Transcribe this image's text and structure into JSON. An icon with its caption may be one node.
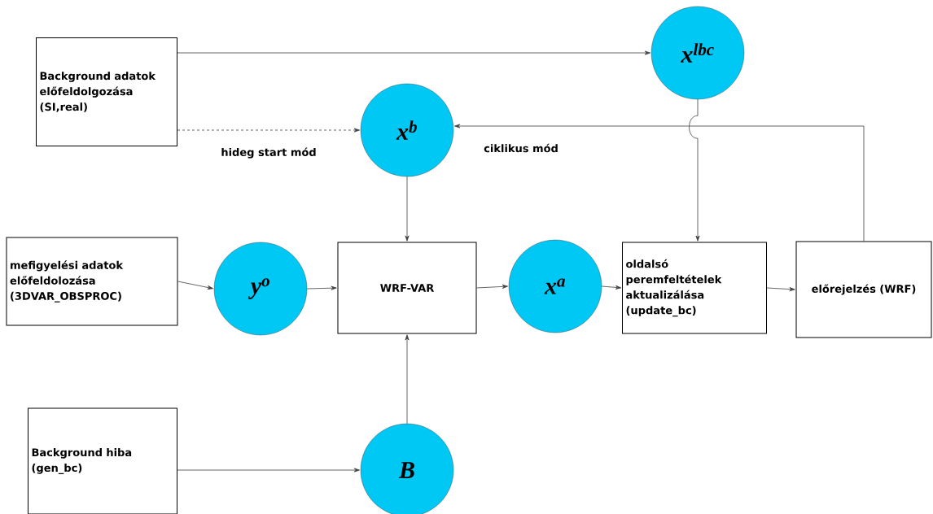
{
  "diagram": {
    "nodes": [
      {
        "text": [
          "Background adatok előfeldolgozása (SI,real)"
        ]
      },
      {
        "text": [
          "x$^{lbc}$"
        ]
      },
      {
        "text": [
          "x$^{b}$"
        ]
      },
      {
        "text": [
          "mefigyelési adatok előfeldolozása (3DVAR_OBSPROC)"
        ]
      },
      {
        "text": [
          "y$^{o}$"
        ]
      },
      {
        "text": [
          "WRF-VAR"
        ]
      },
      {
        "text": [
          "x$^{a}$"
        ]
      },
      {
        "text": [
          "oldalsó peremfeltételek aktualizálása (update_bc)"
        ]
      },
      {
        "text": [
          "előrejelzés (WRF)"
        ]
      },
      {
        "text": [
          "Background hiba (gen_bc)"
        ]
      },
      {
        "text": [
          "B"
        ]
      }
    ],
    "edges": [
      {
        "from": 0,
        "to": 1,
        "arrow": "to"
      },
      {
        "from": 0,
        "to": 2,
        "arrow": "to",
        "style": "dashed",
        "label": "hideg start mód"
      },
      {
        "from": 8,
        "to": 2,
        "arrow": "to",
        "label": "ciklikus mód"
      },
      {
        "from": 1,
        "to": 7,
        "arrow": "to"
      },
      {
        "from": 2,
        "to": 5,
        "arrow": "to"
      },
      {
        "from": 3,
        "to": 4,
        "arrow": "to"
      },
      {
        "from": 4,
        "to": 5,
        "arrow": "to"
      },
      {
        "from": 5,
        "to": 6,
        "arrow": "to"
      },
      {
        "from": 6,
        "to": 7,
        "arrow": "to"
      },
      {
        "from": 7,
        "to": 8,
        "arrow": "to"
      },
      {
        "from": 9,
        "to": 10,
        "arrow": "to"
      },
      {
        "from": 10,
        "to": 5,
        "arrow": "to"
      }
    ]
  }
}
